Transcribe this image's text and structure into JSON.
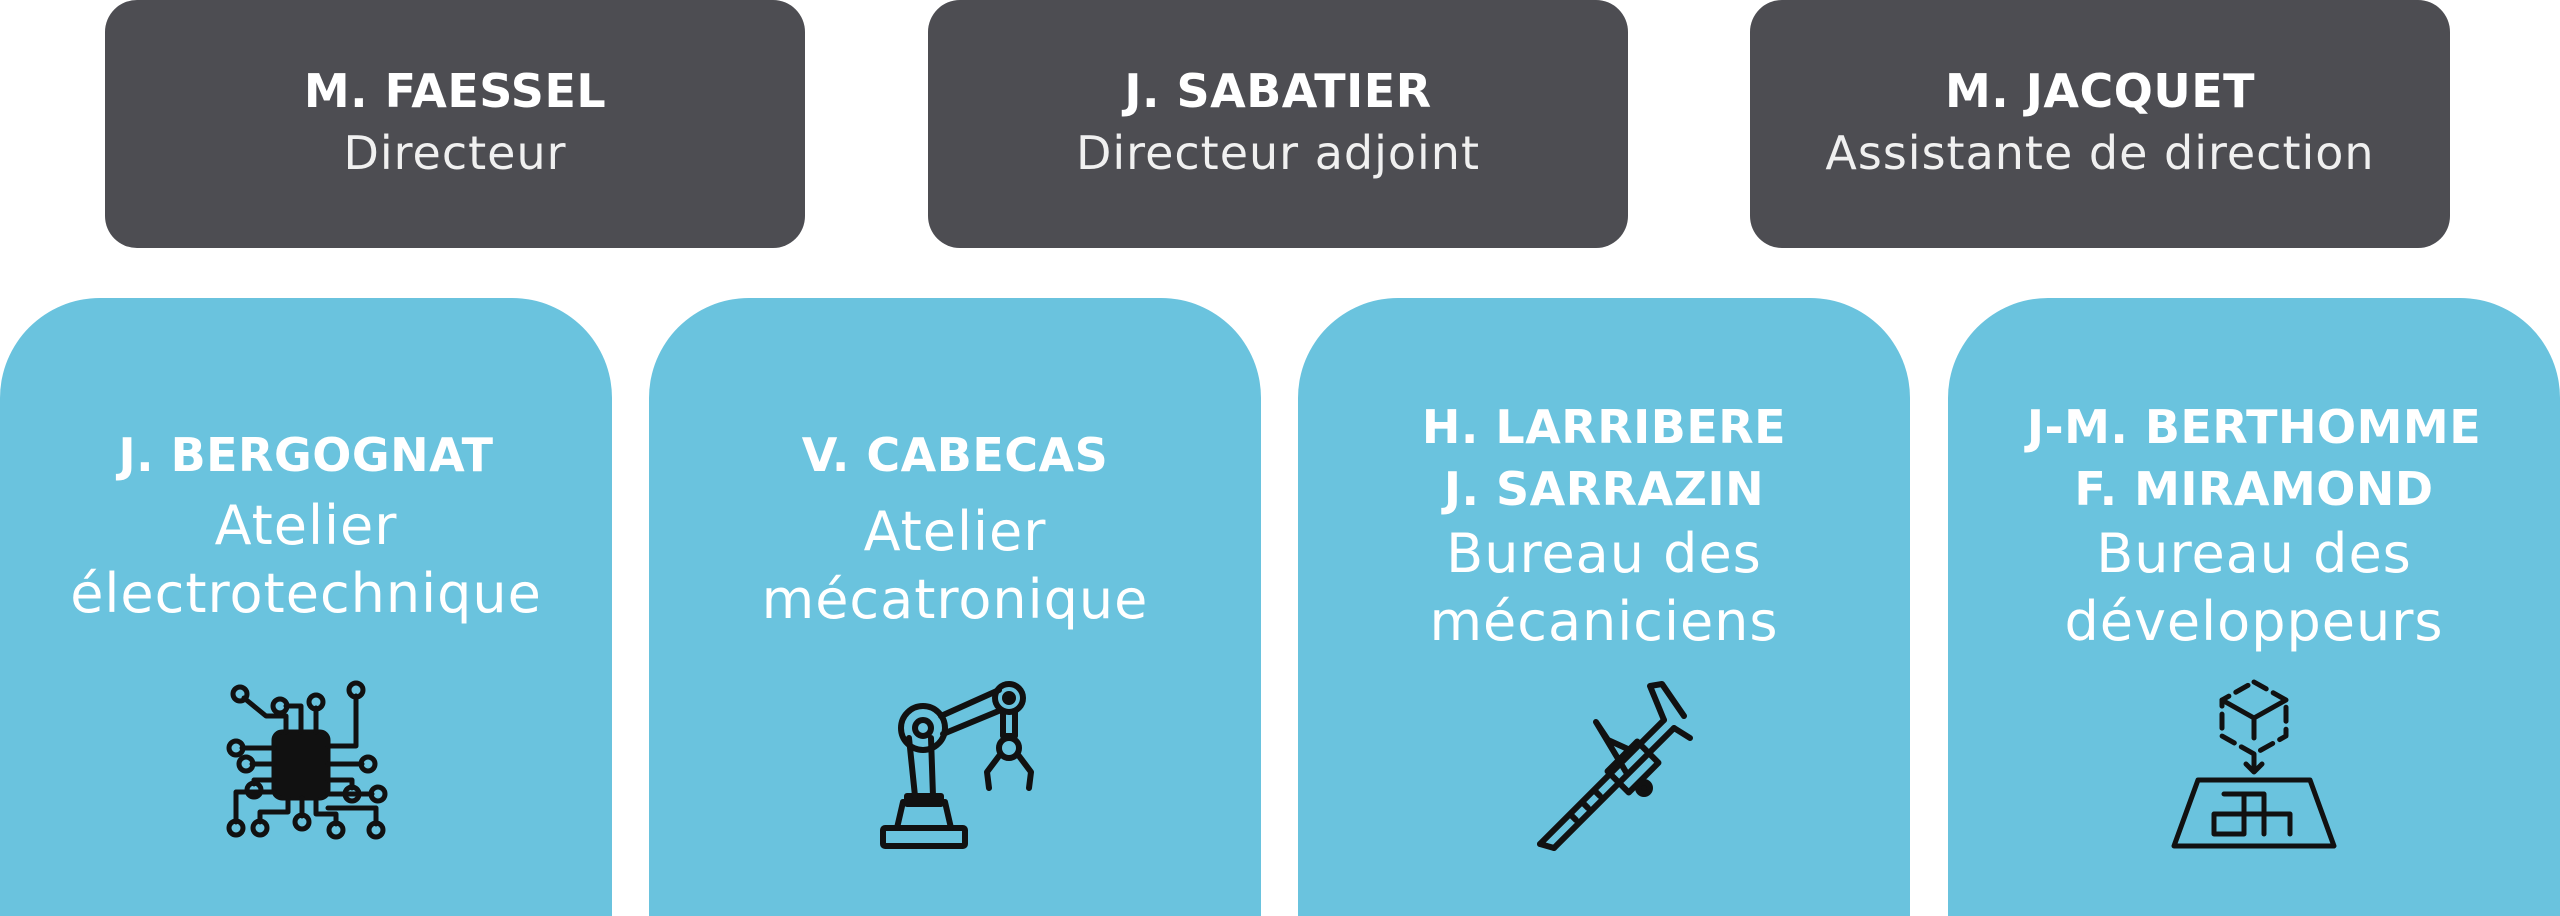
{
  "colors": {
    "management_card": "#4d4d52",
    "department_card": "#6ac3de",
    "text": "#ffffff",
    "icon": "#111111"
  },
  "management": [
    {
      "name": "M. FAESSEL",
      "role": "Directeur"
    },
    {
      "name": "J. SABATIER",
      "role": "Directeur adjoint"
    },
    {
      "name": "M. JACQUET",
      "role": "Assistante de direction"
    }
  ],
  "departments": [
    {
      "names": [
        "J. BERGOGNAT"
      ],
      "dept_lines": [
        "Atelier",
        "électrotechnique"
      ],
      "icon": "circuit-chip-icon"
    },
    {
      "names": [
        "V. CABECAS"
      ],
      "dept_lines": [
        "Atelier",
        "mécatronique"
      ],
      "icon": "robotic-arm-icon"
    },
    {
      "names": [
        "H. LARRIBERE",
        "J. SARRAZIN"
      ],
      "dept_lines": [
        "Bureau des",
        "mécaniciens"
      ],
      "icon": "caliper-icon"
    },
    {
      "names": [
        "J-M. BERTHOMME",
        "F. MIRAMOND"
      ],
      "dept_lines": [
        "Bureau des",
        "développeurs"
      ],
      "icon": "3d-design-icon"
    }
  ]
}
